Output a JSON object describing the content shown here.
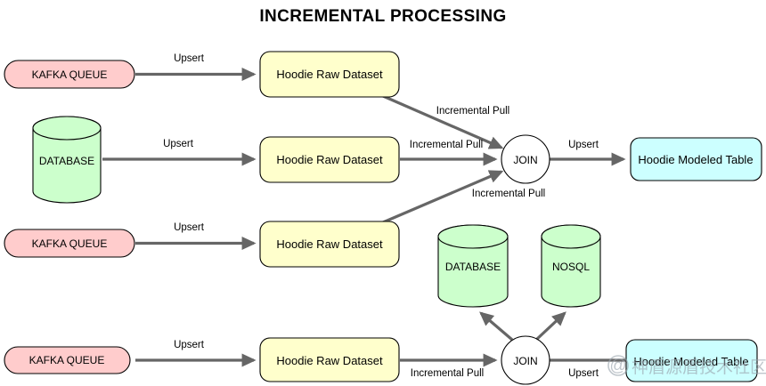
{
  "title": "INCREMENTAL PROCESSING",
  "colors": {
    "kafka_fill": "#FFCCCC",
    "hoodie_raw_fill": "#FFFFCC",
    "hoodie_modeled_fill": "#CCFFFF",
    "database_fill": "#CCFFCC",
    "join_fill": "#FFFFFF",
    "stroke": "#000000",
    "edge": "#666666",
    "background": "#FFFFFF",
    "title_color": "#000000"
  },
  "nodes": {
    "kafka_queue_1": {
      "label": "KAFKA QUEUE",
      "shape": "rounded-rect"
    },
    "kafka_queue_2": {
      "label": "KAFKA QUEUE",
      "shape": "rounded-rect"
    },
    "kafka_queue_3": {
      "label": "KAFKA QUEUE",
      "shape": "rounded-rect"
    },
    "database_source": {
      "label": "DATABASE",
      "shape": "cylinder"
    },
    "hoodie_raw_1": {
      "label": "Hoodie Raw Dataset",
      "shape": "rounded-rect"
    },
    "hoodie_raw_2": {
      "label": "Hoodie Raw Dataset",
      "shape": "rounded-rect"
    },
    "hoodie_raw_3": {
      "label": "Hoodie Raw Dataset",
      "shape": "rounded-rect"
    },
    "hoodie_raw_4": {
      "label": "Hoodie Raw Dataset",
      "shape": "rounded-rect"
    },
    "join_top": {
      "label": "JOIN",
      "shape": "circle"
    },
    "join_bottom": {
      "label": "JOIN",
      "shape": "circle"
    },
    "hoodie_modeled_1": {
      "label": "Hoodie Modeled Table",
      "shape": "rounded-rect"
    },
    "hoodie_modeled_2": {
      "label": "Hoodie Modeled Table",
      "shape": "rounded-rect"
    },
    "database_sink": {
      "label": "DATABASE",
      "shape": "cylinder"
    },
    "nosql_sink": {
      "label": "NOSQL",
      "shape": "cylinder"
    }
  },
  "edges": {
    "upsert_1": "Upsert",
    "upsert_2": "Upsert",
    "upsert_3": "Upsert",
    "upsert_4": "Upsert",
    "upsert_join_top": "Upsert",
    "upsert_join_bottom": "Upsert",
    "incremental_pull_1": "Incremental Pull",
    "incremental_pull_2": "Incremental Pull",
    "incremental_pull_3": "Incremental Pull",
    "incremental_pull_4": "Incremental Pull"
  },
  "watermark": {
    "text": "神盾源盾技术社区",
    "mark": "@"
  }
}
